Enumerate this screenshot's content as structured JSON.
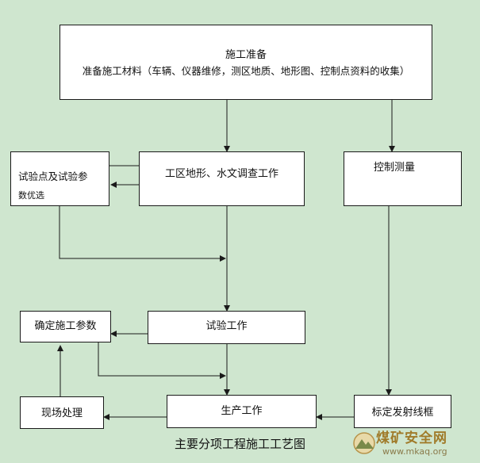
{
  "nodes": {
    "prep": {
      "title": "施工准备",
      "detail": "准备施工材料（车辆、仪器维修，测区地质、地形图、控制点资料的收集）"
    },
    "survey": {
      "label": "工区地形、水文调查工作"
    },
    "control": {
      "label": "控制测量"
    },
    "optimize": {
      "line1": "试验点及试验参",
      "line2": "数优选"
    },
    "test": {
      "label": "试验工作"
    },
    "params": {
      "label": "确定施工参数"
    },
    "production": {
      "label": "生产工作"
    },
    "onsite": {
      "label": "现场处理"
    },
    "marking": {
      "label": "标定发射线框"
    }
  },
  "caption": "主要分项工程施工工艺图",
  "watermark": {
    "text": "煤矿安全网",
    "url": "www.mkaq.org"
  },
  "colors": {
    "background": "#cfe6cf",
    "box": "#ffffff",
    "line": "#1a1a1a"
  }
}
